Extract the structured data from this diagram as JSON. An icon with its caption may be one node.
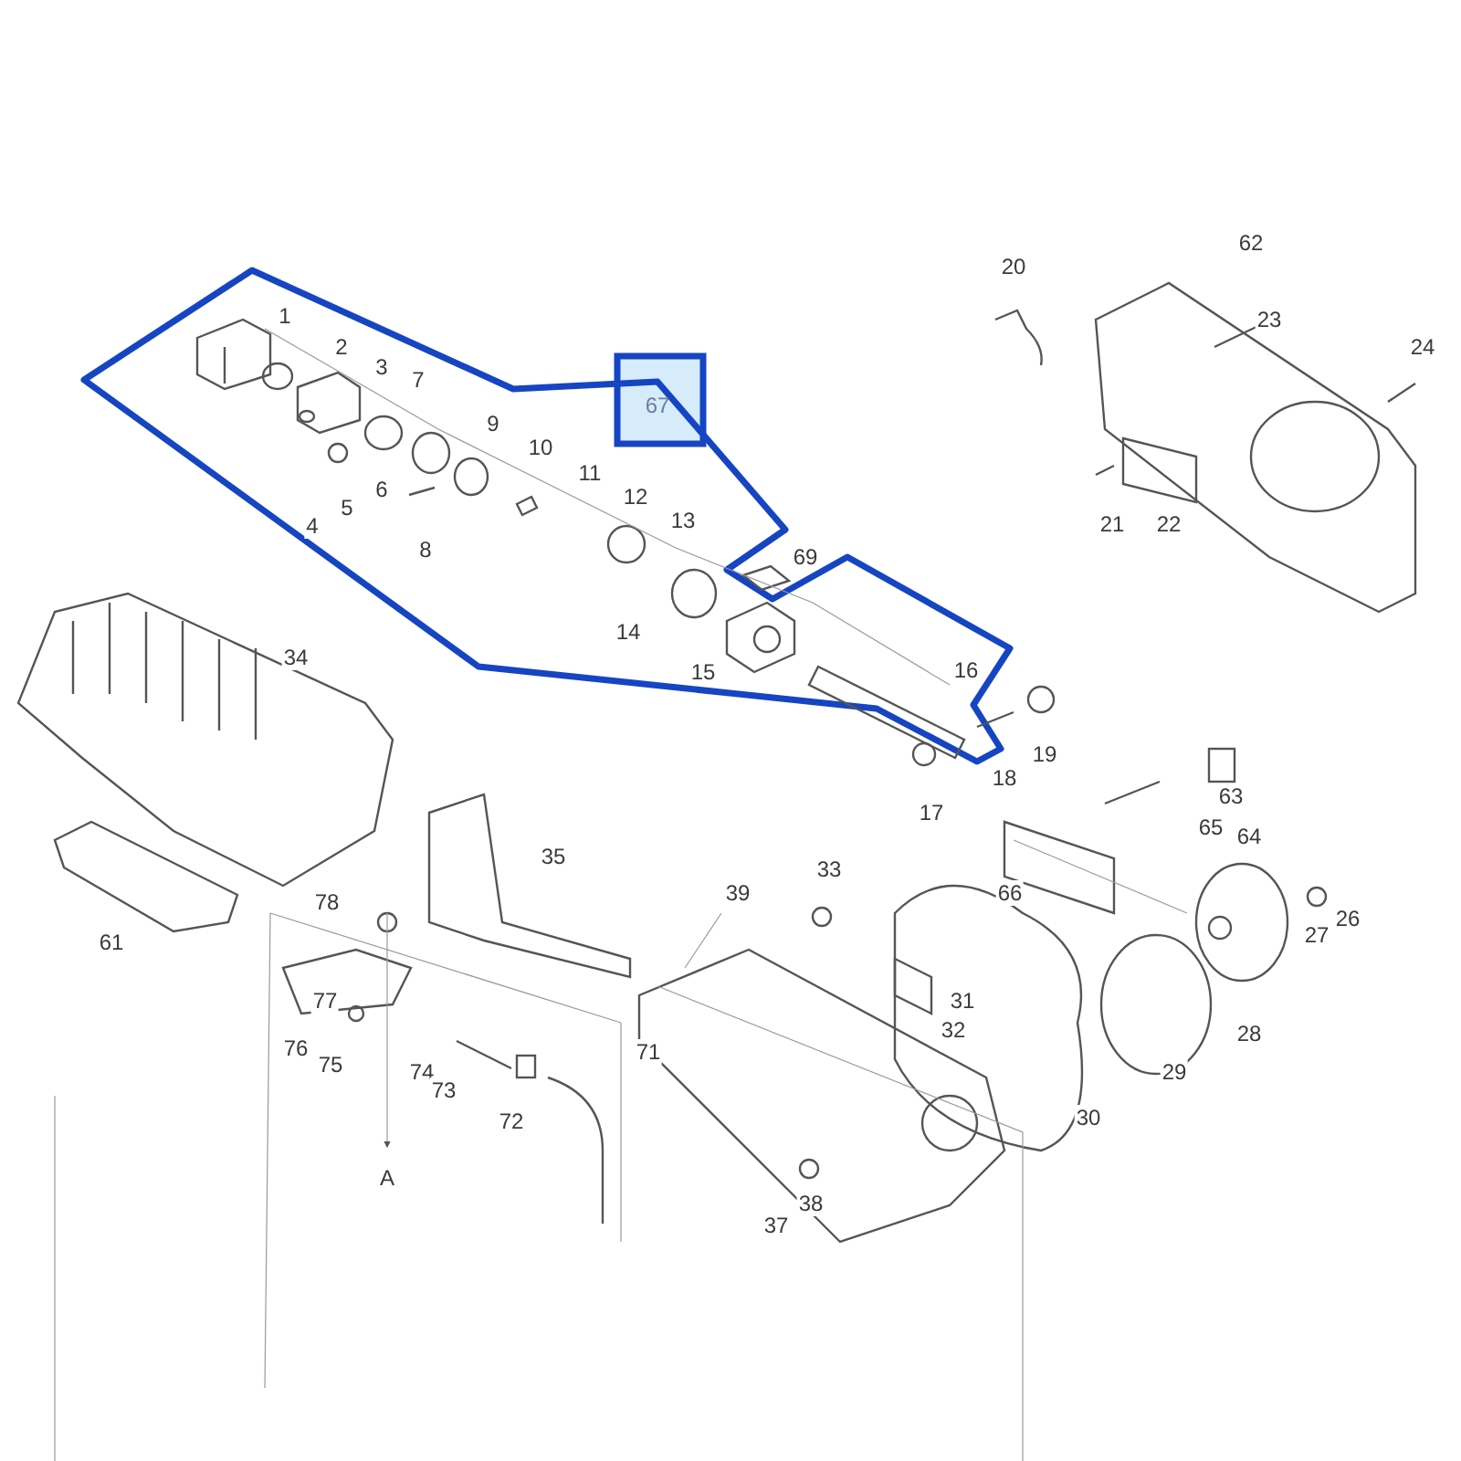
{
  "diagram": {
    "labels": [
      "62",
      "20",
      "1",
      "23",
      "2",
      "24",
      "3",
      "7",
      "67",
      "9",
      "10",
      "11",
      "21",
      "22",
      "12",
      "6",
      "5",
      "4",
      "8",
      "13",
      "69",
      "14",
      "34",
      "15",
      "16",
      "19",
      "18",
      "17",
      "63",
      "65",
      "64",
      "35",
      "33",
      "39",
      "78",
      "66",
      "26",
      "27",
      "61",
      "77",
      "31",
      "32",
      "76",
      "75",
      "28",
      "74",
      "71",
      "29",
      "73",
      "72",
      "30",
      "A",
      "38",
      "37"
    ]
  }
}
